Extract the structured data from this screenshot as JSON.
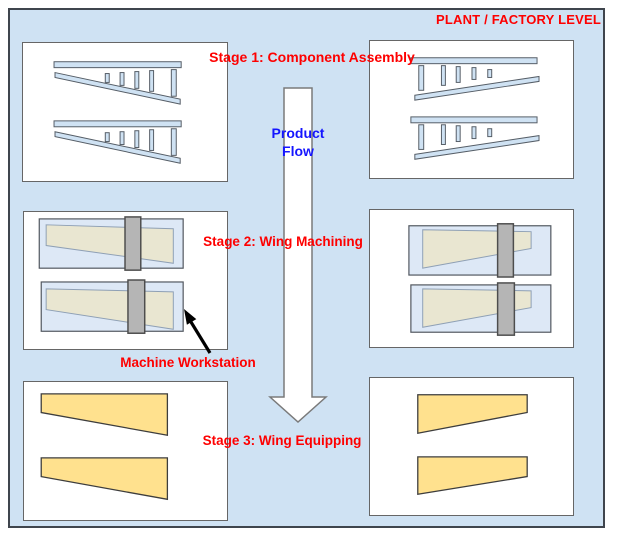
{
  "title": "PLANT / FACTORY LEVEL",
  "stages": {
    "stage1_label": "Stage 1: Component Assembly",
    "stage2_label": "Stage 2: Wing Machining",
    "stage3_label": "Stage 3: Wing Equipping"
  },
  "annotations": {
    "machine_workstation_label": "Machine Workstation",
    "product_flow_line1": "Product",
    "product_flow_line2": "Flow"
  },
  "colors": {
    "background": "#cfe2f3",
    "outer_border": "#3f454d",
    "panel": "#ffffff",
    "panel_border": "#666666",
    "label_red": "#fe0000",
    "label_blue": "#1515ff",
    "component_fill": "#cfe2f3",
    "component_border": "#555d66",
    "station_fill": "#dde8f6",
    "station_border": "#50565e",
    "wing_raw_fill": "#e9e6d1",
    "wing_raw_border": "#8fa0b5",
    "machine_fill": "#b5b5b5",
    "machine_border": "#4d4d4d",
    "wing_finished_fill": "#ffe18e",
    "wing_finished_border": "#3d3d3d",
    "flow_arrow_fill": "#ffffff",
    "flow_arrow_border": "#7a7a7a",
    "pointer_black": "#000000"
  }
}
